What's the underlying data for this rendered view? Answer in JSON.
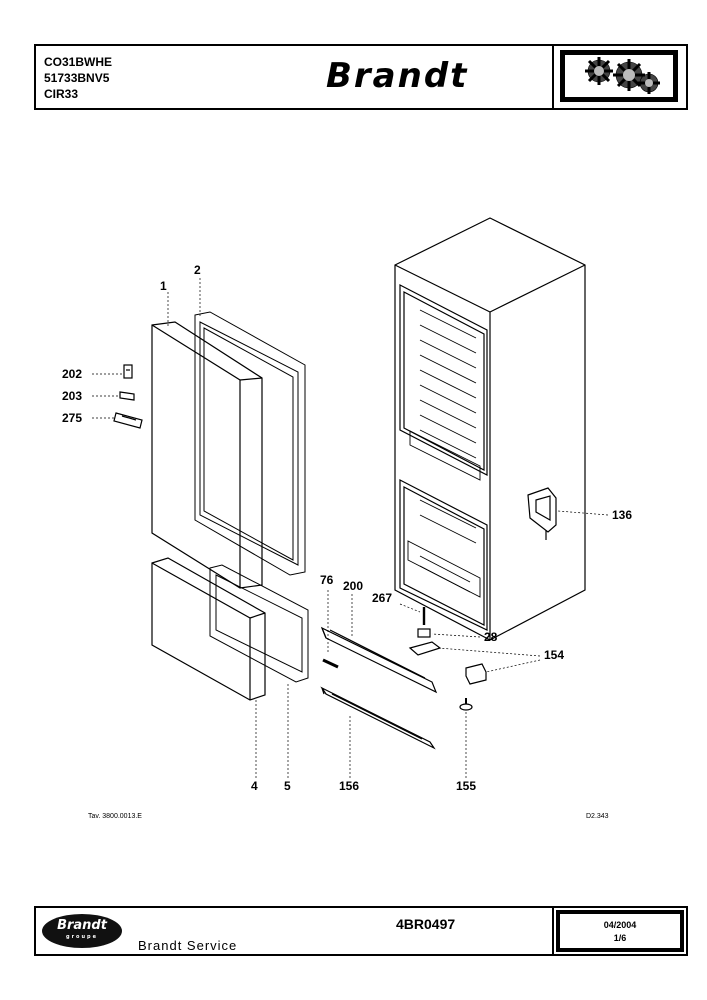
{
  "header": {
    "codes": [
      "CO31BWHE",
      "51733BNV5",
      "CIR33"
    ],
    "brand": "Brandt",
    "logo_icon": "gears-icon"
  },
  "diagram": {
    "labels": {
      "l1": "1",
      "l2": "2",
      "l202": "202",
      "l203": "203",
      "l275": "275",
      "l76": "76",
      "l200": "200",
      "l267": "267",
      "l28": "28",
      "l154": "154",
      "l136": "136",
      "l4": "4",
      "l5": "5",
      "l156": "156",
      "l155": "155"
    },
    "ref_left": "Tav. 3800.0013.E",
    "ref_right": "D2.343"
  },
  "footer": {
    "logo_text": "Brandt",
    "logo_sub": "groupe",
    "service": "Brandt Service",
    "doc_number": "4BR0497",
    "date": "04/2004",
    "page": "1/6"
  }
}
